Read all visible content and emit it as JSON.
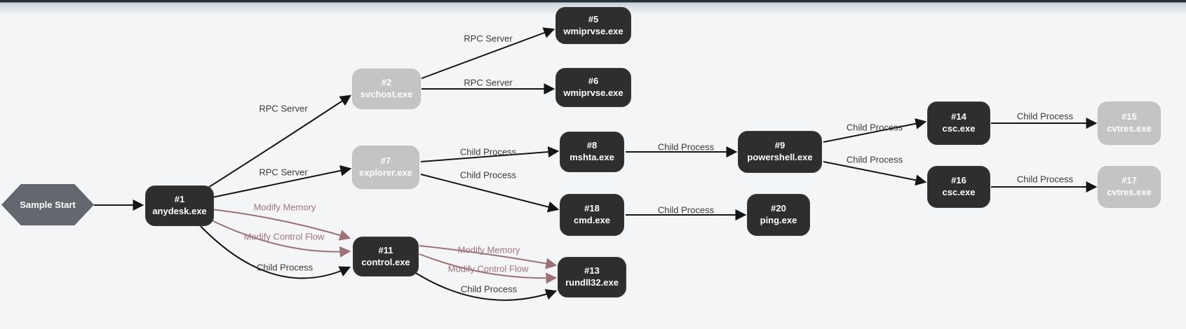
{
  "graph": {
    "start_label": "Sample Start",
    "colors": {
      "node_dark": "#2e2e2e",
      "node_light": "#c3c4c6",
      "start_node": "#63686e",
      "edge_normal": "#161616",
      "edge_threat": "#9d7177",
      "background": "#f4f5f6"
    }
  },
  "nodes": [
    {
      "label": "Sample Start",
      "type": "start"
    },
    {
      "pid": "#1",
      "name": "anydesk.exe",
      "style": "dark"
    },
    {
      "pid": "#2",
      "name": "svchost.exe",
      "style": "light"
    },
    {
      "pid": "#5",
      "name": "wmiprvse.exe",
      "style": "dark"
    },
    {
      "pid": "#6",
      "name": "wmiprvse.exe",
      "style": "dark"
    },
    {
      "pid": "#7",
      "name": "explorer.exe",
      "style": "light"
    },
    {
      "pid": "#8",
      "name": "mshta.exe",
      "style": "dark"
    },
    {
      "pid": "#9",
      "name": "powershell.exe",
      "style": "dark"
    },
    {
      "pid": "#11",
      "name": "control.exe",
      "style": "dark"
    },
    {
      "pid": "#13",
      "name": "rundll32.exe",
      "style": "dark"
    },
    {
      "pid": "#14",
      "name": "csc.exe",
      "style": "dark"
    },
    {
      "pid": "#15",
      "name": "cvtres.exe",
      "style": "light"
    },
    {
      "pid": "#16",
      "name": "csc.exe",
      "style": "dark"
    },
    {
      "pid": "#17",
      "name": "cvtres.exe",
      "style": "light"
    },
    {
      "pid": "#18",
      "name": "cmd.exe",
      "style": "dark"
    },
    {
      "pid": "#20",
      "name": "ping.exe",
      "style": "dark"
    }
  ],
  "edges": [
    {
      "from": "Sample Start",
      "to": "#1 anydesk.exe",
      "label": "",
      "type": "normal"
    },
    {
      "from": "#1 anydesk.exe",
      "to": "#2 svchost.exe",
      "label": "RPC Server",
      "type": "normal"
    },
    {
      "from": "#1 anydesk.exe",
      "to": "#7 explorer.exe",
      "label": "RPC Server",
      "type": "normal"
    },
    {
      "from": "#1 anydesk.exe",
      "to": "#11 control.exe",
      "label": "Modify Memory",
      "type": "threat"
    },
    {
      "from": "#1 anydesk.exe",
      "to": "#11 control.exe",
      "label": "Modify Control Flow",
      "type": "threat"
    },
    {
      "from": "#1 anydesk.exe",
      "to": "#11 control.exe",
      "label": "Child Process",
      "type": "normal"
    },
    {
      "from": "#2 svchost.exe",
      "to": "#5 wmiprvse.exe",
      "label": "RPC Server",
      "type": "normal"
    },
    {
      "from": "#2 svchost.exe",
      "to": "#6 wmiprvse.exe",
      "label": "RPC Server",
      "type": "normal"
    },
    {
      "from": "#7 explorer.exe",
      "to": "#8 mshta.exe",
      "label": "Child Process",
      "type": "normal"
    },
    {
      "from": "#7 explorer.exe",
      "to": "#18 cmd.exe",
      "label": "Child Process",
      "type": "normal"
    },
    {
      "from": "#8 mshta.exe",
      "to": "#9 powershell.exe",
      "label": "Child Process",
      "type": "normal"
    },
    {
      "from": "#9 powershell.exe",
      "to": "#14 csc.exe",
      "label": "Child Process",
      "type": "normal"
    },
    {
      "from": "#9 powershell.exe",
      "to": "#16 csc.exe",
      "label": "Child Process",
      "type": "normal"
    },
    {
      "from": "#14 csc.exe",
      "to": "#15 cvtres.exe",
      "label": "Child Process",
      "type": "normal"
    },
    {
      "from": "#16 csc.exe",
      "to": "#17 cvtres.exe",
      "label": "Child Process",
      "type": "normal"
    },
    {
      "from": "#18 cmd.exe",
      "to": "#20 ping.exe",
      "label": "Child Process",
      "type": "normal"
    },
    {
      "from": "#11 control.exe",
      "to": "#13 rundll32.exe",
      "label": "Modify Memory",
      "type": "threat"
    },
    {
      "from": "#11 control.exe",
      "to": "#13 rundll32.exe",
      "label": "Modify Control Flow",
      "type": "threat"
    },
    {
      "from": "#11 control.exe",
      "to": "#13 rundll32.exe",
      "label": "Child Process",
      "type": "normal"
    }
  ]
}
